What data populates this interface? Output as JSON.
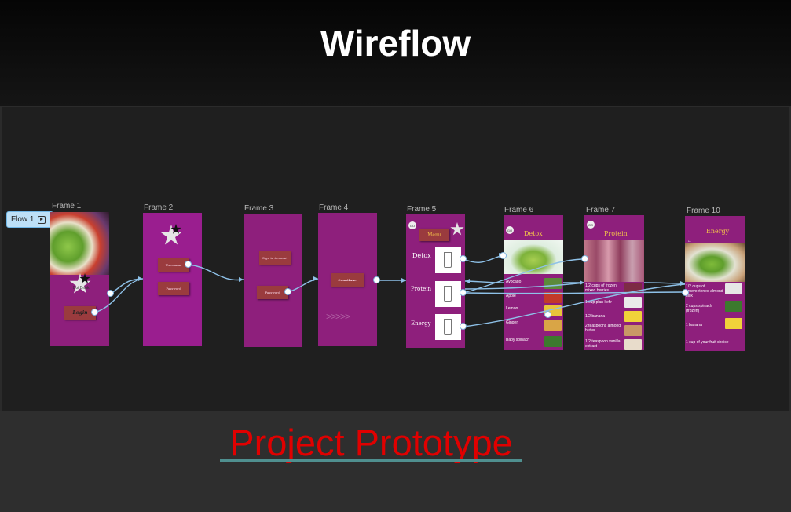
{
  "title": "Wireflow",
  "flow_label": "Flow 1",
  "prototype_link": "Project Prototype",
  "frames": {
    "f1": {
      "label": "Frame 1",
      "login": "Login",
      "logo_text": "Bot Drink"
    },
    "f2": {
      "label": "Frame 2",
      "btn1": "Username",
      "btn2": "Password"
    },
    "f3": {
      "label": "Frame 3",
      "btn1": "Sign in Account",
      "btn2": "Password"
    },
    "f4": {
      "label": "Frame 4",
      "btn1": "Countinue"
    },
    "f5": {
      "label": "Frame 5",
      "back": "GO",
      "menu": "Menu",
      "detox": "Detox",
      "protein": "Protein",
      "energy": "Energy"
    },
    "f6": {
      "label": "Frame 6",
      "back": "GO",
      "header": "Detox",
      "items": [
        "Avocado",
        "Apple",
        "Lemon",
        "Ginger",
        "Baby spinach"
      ]
    },
    "f7": {
      "label": "Frame 7",
      "back": "GO",
      "header": "Protein",
      "items": [
        "1/2 cups of frozen mixed berries",
        "1 cup plan kefir",
        "1/2 banana",
        "2 teaspoons almond butter",
        "1/2 teaspoon vanilla extract"
      ]
    },
    "f10": {
      "label": "Frame 10",
      "header": "Energy",
      "items": [
        "1/2 cups of unsweetened almond milk",
        "2 cups spinach (frozen)",
        "1 banana",
        "1 cup of your fruit choice"
      ]
    }
  },
  "colors": {
    "frame_purple": "#8e1f7c",
    "button_brown": "#9a3b3e",
    "link_blue": "#7fb6e0",
    "prototype_red": "#e00000"
  },
  "icons": [
    "play-icon",
    "star-icon",
    "drink-cup-icon",
    "back-arrow-icon"
  ]
}
